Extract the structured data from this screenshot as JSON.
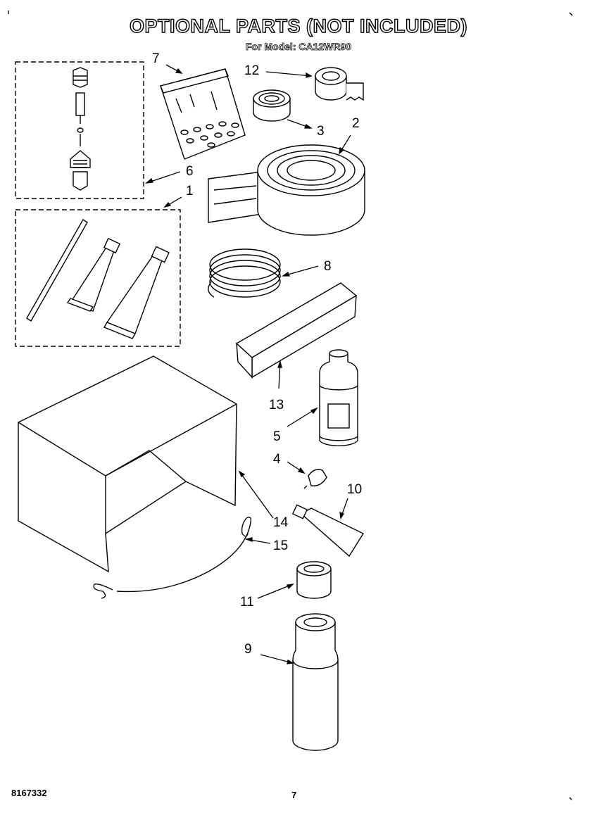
{
  "header": {
    "title": "OPTIONAL PARTS (NOT INCLUDED)",
    "subtitle": "For Model: CA12WR90"
  },
  "callouts": [
    "7",
    "12",
    "3",
    "2",
    "6",
    "1",
    "8",
    "13",
    "5",
    "4",
    "10",
    "14",
    "15",
    "11",
    "9"
  ],
  "footer": {
    "doc_number": "8167332",
    "page_number": "7"
  }
}
